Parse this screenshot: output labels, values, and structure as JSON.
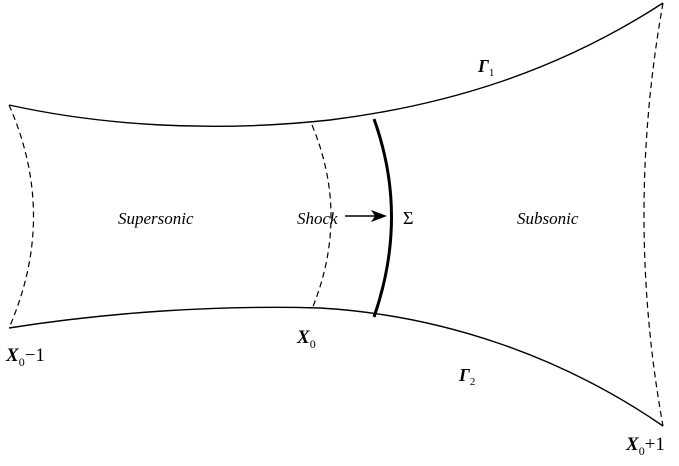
{
  "diagram": {
    "regions": {
      "supersonic": "Supersonic",
      "shock": "Shock",
      "sigma": "Σ",
      "subsonic": "Subsonic"
    },
    "boundaries": {
      "gamma1": {
        "letter": "Γ",
        "sub": "1"
      },
      "gamma2": {
        "letter": "Γ",
        "sub": "2"
      }
    },
    "sections": {
      "left": {
        "var": "X",
        "sub": "0",
        "suffix": "−1"
      },
      "middle": {
        "var": "X",
        "sub": "0",
        "suffix": ""
      },
      "right": {
        "var": "X",
        "sub": "0",
        "suffix": "+1"
      }
    },
    "colors": {
      "ink": "#000000",
      "background": "#ffffff"
    }
  }
}
